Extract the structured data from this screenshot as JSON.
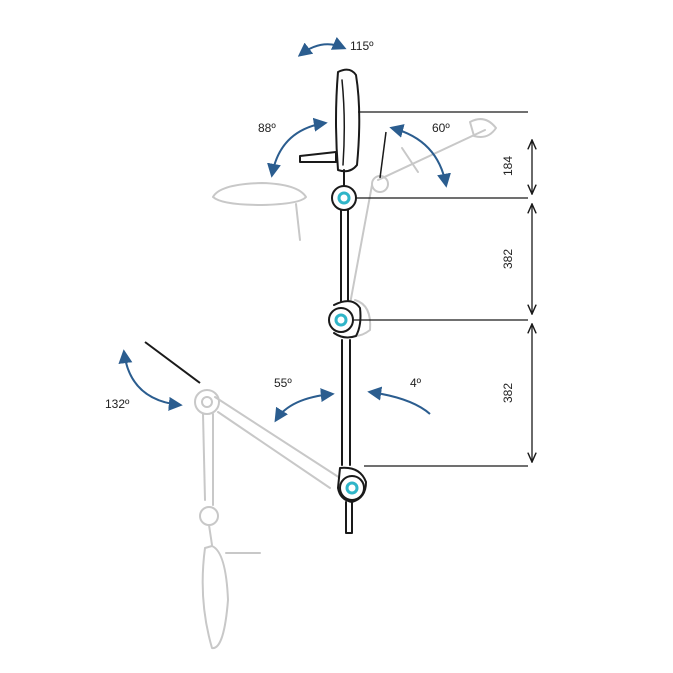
{
  "angles": {
    "top_rotation": "115º",
    "head_tilt": "88º",
    "upper_joint": "60º",
    "lower_arm_left": "55º",
    "lower_arm_right": "4º",
    "base_swing": "132º"
  },
  "dimensions": {
    "head_height": "184",
    "upper_arm": "382",
    "lower_arm": "382"
  },
  "colors": {
    "outline": "#1a1a1a",
    "ghost": "#c8c8c8",
    "arrow": "#2b5d8f",
    "joint": "#2fb5c8"
  }
}
